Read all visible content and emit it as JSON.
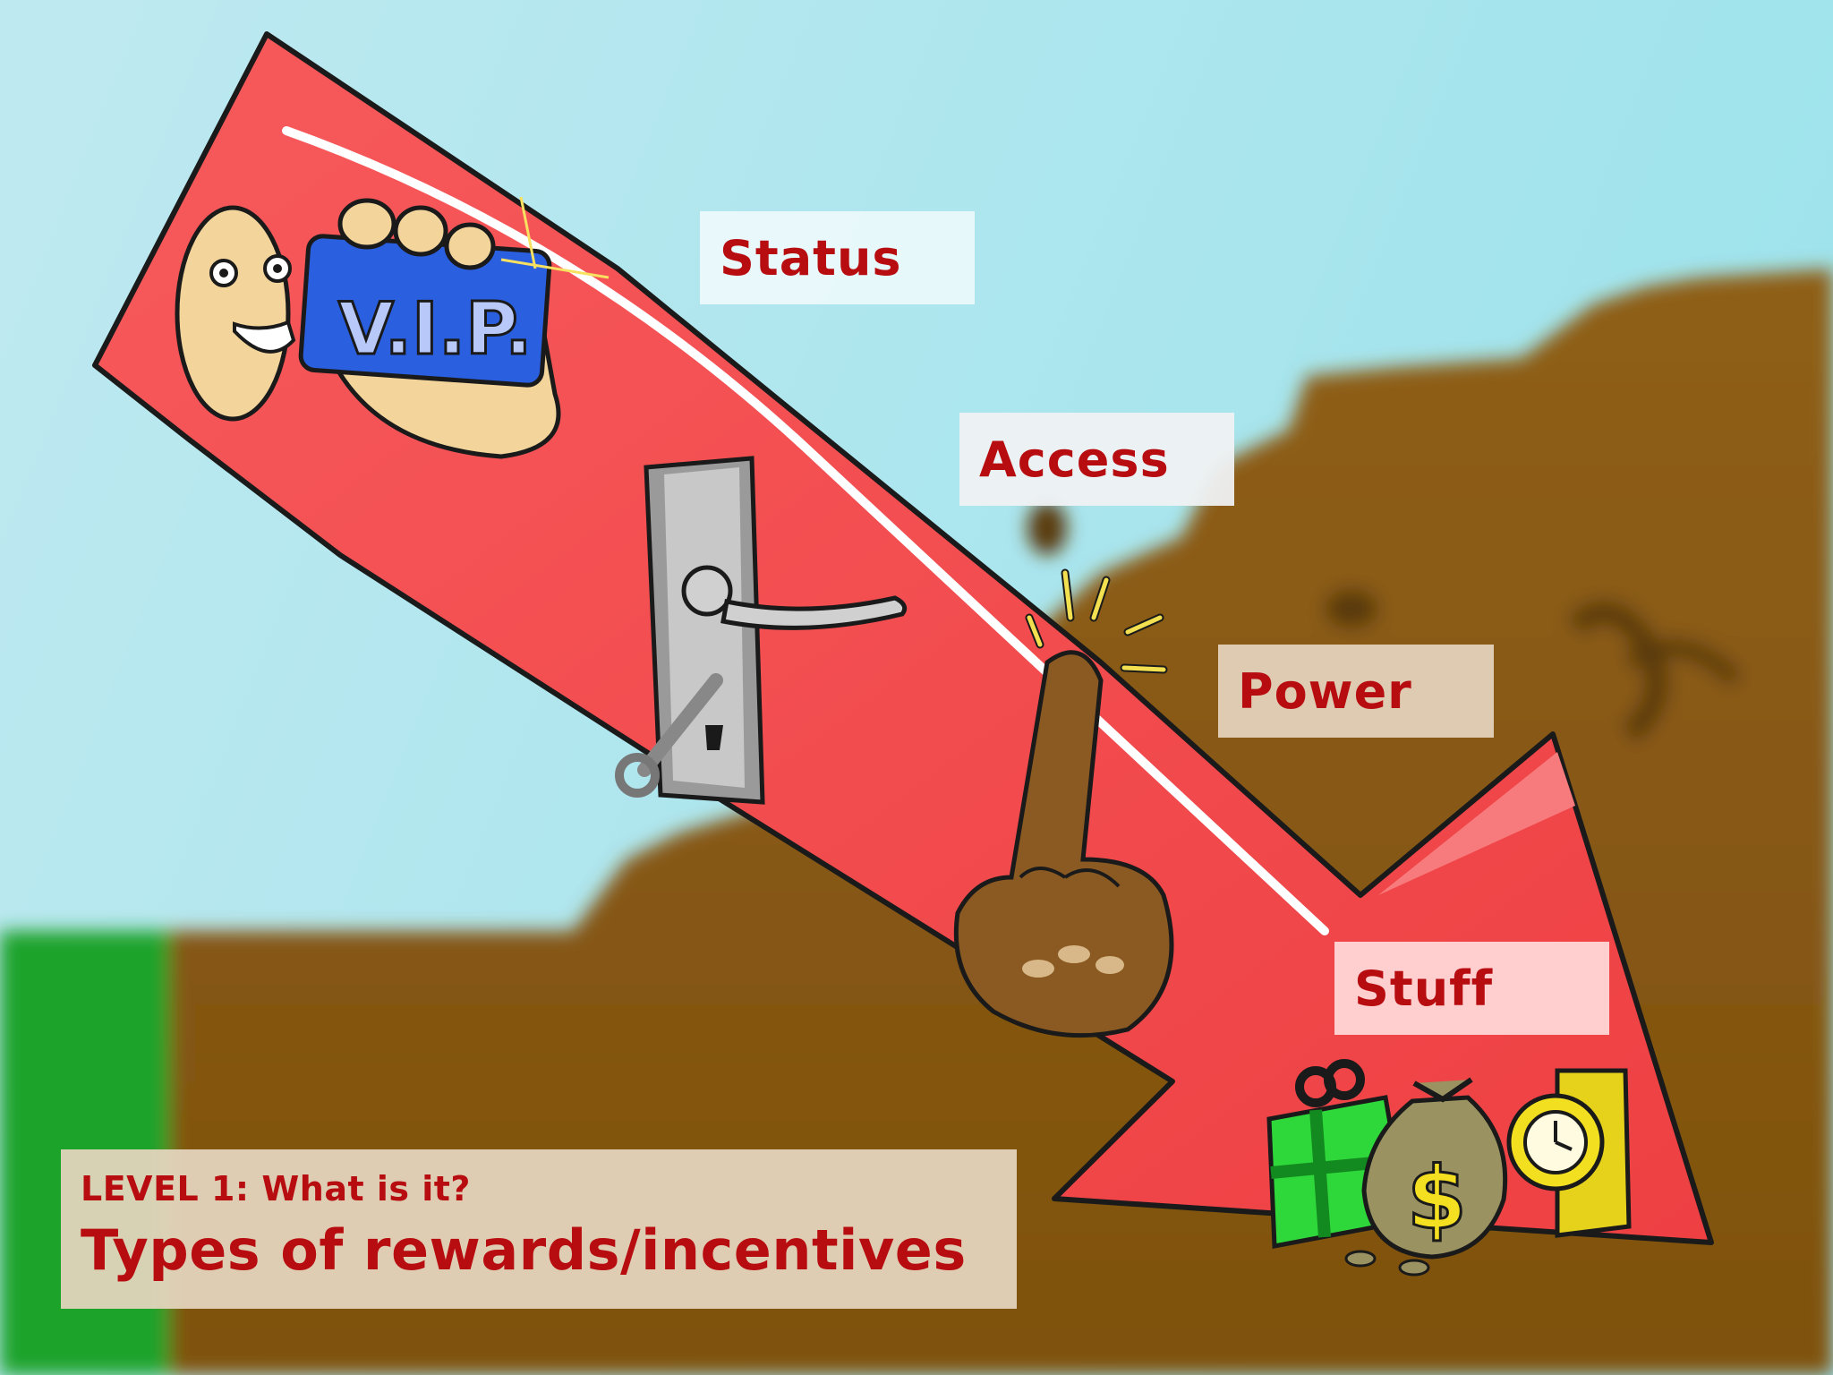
{
  "labels": {
    "status": "Status",
    "access": "Access",
    "power": "Power",
    "stuff": "Stuff"
  },
  "caption": {
    "level": "LEVEL 1: What is it?",
    "title": "Types of rewards/incentives"
  },
  "illustration": {
    "vip_card_text": "V.I.P.",
    "money_bag_symbol": "$"
  },
  "colors": {
    "sky": "#a7e3ec",
    "ground": "#8a5a12",
    "grass": "#1aa32a",
    "arrow": "#f24b4d",
    "label_text": "#b80d10"
  },
  "icons": [
    "vip-card-icon",
    "face-icon",
    "door-handle-icon",
    "pointing-finger-icon",
    "gift-box-icon",
    "money-bag-icon",
    "wristwatch-icon"
  ]
}
